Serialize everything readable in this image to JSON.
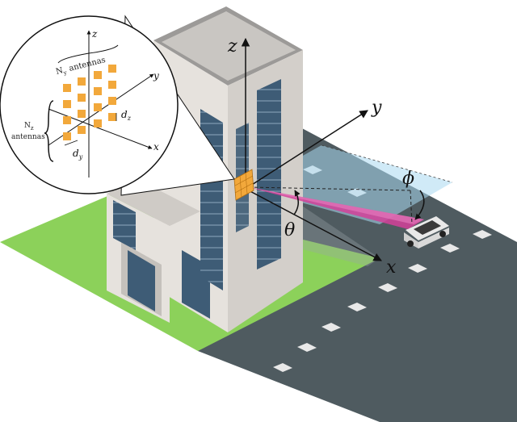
{
  "axes": {
    "main": {
      "x": "x",
      "y": "y",
      "z": "z"
    },
    "inset": {
      "x": "x",
      "y": "y",
      "z": "z"
    }
  },
  "angles": {
    "theta": "θ",
    "phi": "ϕ"
  },
  "inset_labels": {
    "nz_line1": "N",
    "nz_sub": "z",
    "nz_line2": "antennas",
    "ny_line1": "N",
    "ny_sub": "y",
    "ny_line2": "antennas",
    "dz_main": "d",
    "dz_sub": "z",
    "dy_main": "d",
    "dy_sub": "y"
  },
  "colors": {
    "antenna": "#F2A83B",
    "beam": "#D4419A",
    "road": "#4F5B60",
    "grass": "#8CD15A",
    "building_wall": "#E6E2DD",
    "window": "#3E5C76",
    "plane": "#A9D8F0"
  }
}
